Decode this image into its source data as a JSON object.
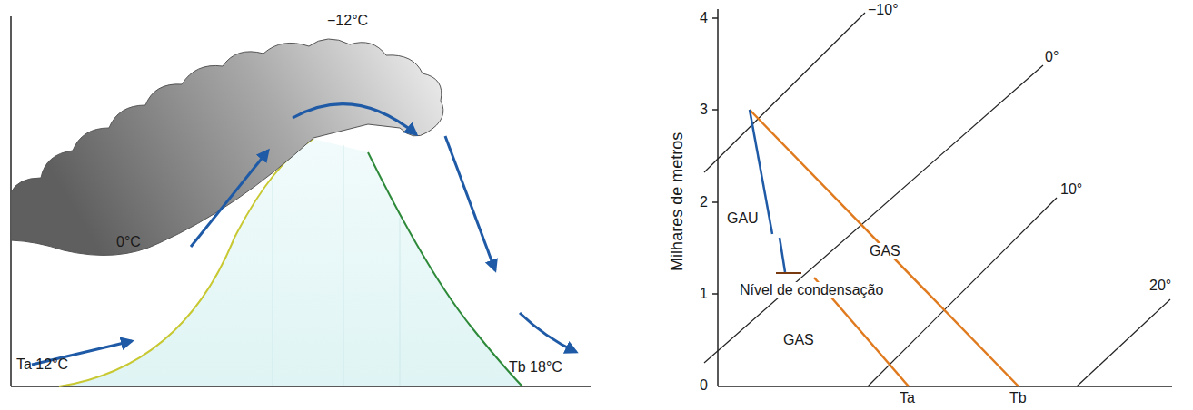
{
  "diagram": {
    "labels": [
      "Ta 12°C",
      "0°C",
      "−12°C",
      "Tb 18°C",
      "4",
      "3",
      "2",
      "1",
      "0",
      "Milhares de metros",
      "−10°",
      "0°",
      "10°",
      "20°",
      "GAU",
      "GAS",
      "Nível de condensação",
      "GAS",
      "Ta",
      "Tb"
    ]
  }
}
